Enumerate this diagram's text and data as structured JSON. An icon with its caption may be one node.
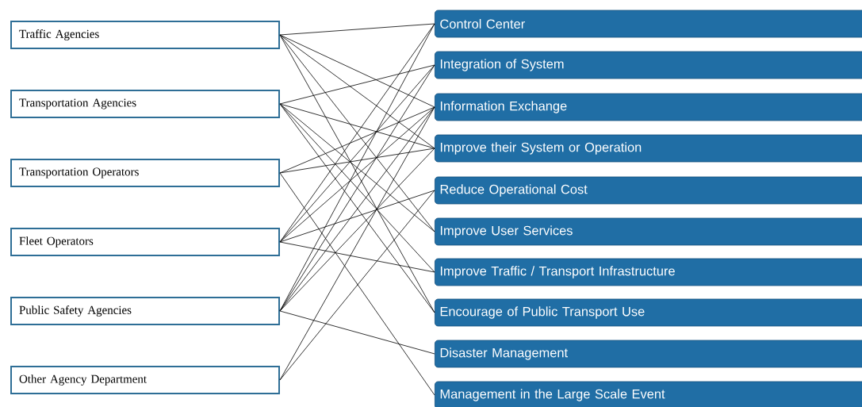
{
  "diagram": {
    "nodes": [
      {
        "text": [
          "Traffic Agencies"
        ]
      },
      {
        "text": [
          "Transportation Agencies"
        ]
      },
      {
        "text": [
          "Transportation Operators"
        ]
      },
      {
        "text": [
          "Fleet Operators"
        ]
      },
      {
        "text": [
          "Public Safety Agencies"
        ]
      },
      {
        "text": [
          "Other Agency Department"
        ]
      },
      {
        "text": [
          "Control Center"
        ]
      },
      {
        "text": [
          "Integration of System"
        ]
      },
      {
        "text": [
          "Information Exchange"
        ]
      },
      {
        "text": [
          "Improve their System  or Operation"
        ]
      },
      {
        "text": [
          "Reduce Operational Cost"
        ]
      },
      {
        "text": [
          "Improve User Services"
        ]
      },
      {
        "text": [
          "Improve Traffic / Transport Infrastructure"
        ]
      },
      {
        "text": [
          "Encourage of Public Transport Use"
        ]
      },
      {
        "text": [
          "Disaster Management"
        ]
      },
      {
        "text": [
          "Management in the Large Scale Event"
        ]
      }
    ],
    "edges": [
      {
        "from": 0,
        "to": 6,
        "arrow": "none"
      },
      {
        "from": 0,
        "to": 8,
        "arrow": "none"
      },
      {
        "from": 0,
        "to": 9,
        "arrow": "none"
      },
      {
        "from": 0,
        "to": 11,
        "arrow": "none"
      },
      {
        "from": 0,
        "to": 13,
        "arrow": "none"
      },
      {
        "from": 1,
        "to": 7,
        "arrow": "none"
      },
      {
        "from": 1,
        "to": 9,
        "arrow": "none"
      },
      {
        "from": 1,
        "to": 11,
        "arrow": "none"
      },
      {
        "from": 1,
        "to": 12,
        "arrow": "none"
      },
      {
        "from": 1,
        "to": 13,
        "arrow": "none"
      },
      {
        "from": 2,
        "to": 8,
        "arrow": "none"
      },
      {
        "from": 2,
        "to": 9,
        "arrow": "none"
      },
      {
        "from": 2,
        "to": 15,
        "arrow": "none"
      },
      {
        "from": 3,
        "to": 6,
        "arrow": "none"
      },
      {
        "from": 3,
        "to": 7,
        "arrow": "none"
      },
      {
        "from": 3,
        "to": 8,
        "arrow": "none"
      },
      {
        "from": 3,
        "to": 10,
        "arrow": "none"
      },
      {
        "from": 3,
        "to": 12,
        "arrow": "none"
      },
      {
        "from": 4,
        "to": 6,
        "arrow": "none"
      },
      {
        "from": 4,
        "to": 7,
        "arrow": "none"
      },
      {
        "from": 4,
        "to": 8,
        "arrow": "none"
      },
      {
        "from": 4,
        "to": 9,
        "arrow": "none"
      },
      {
        "from": 4,
        "to": 14,
        "arrow": "none"
      },
      {
        "from": 5,
        "to": 8,
        "arrow": "none"
      },
      {
        "from": 5,
        "to": 10,
        "arrow": "none"
      }
    ]
  }
}
